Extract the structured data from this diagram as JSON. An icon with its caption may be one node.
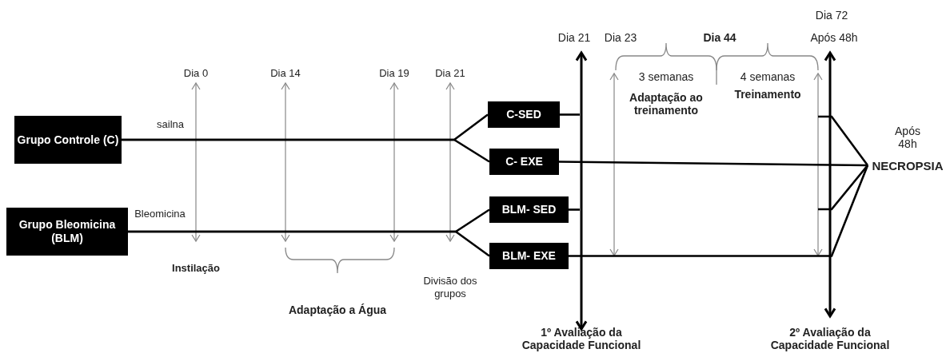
{
  "diagram": {
    "nodes": [
      {
        "text": [
          "Grupo Controle (C)"
        ],
        "beside": [
          "sailna"
        ]
      },
      {
        "text": [
          "Grupo Bleomicina (BLM)"
        ],
        "beside": [
          "Bleomicina"
        ]
      },
      {
        "text": [
          "C-SED"
        ]
      },
      {
        "text": [
          "C- EXE"
        ]
      },
      {
        "text": [
          "BLM- SED"
        ]
      },
      {
        "text": [
          "BLM- EXE"
        ]
      },
      {
        "text": [
          "NECROPSIA"
        ],
        "beside": [
          "Após 48h"
        ]
      }
    ],
    "edges": [
      {
        "from": 0,
        "to": 2,
        "arrow": "none"
      },
      {
        "from": 0,
        "to": 3,
        "arrow": "none"
      },
      {
        "from": 1,
        "to": 4,
        "arrow": "none"
      },
      {
        "from": 1,
        "to": 5,
        "arrow": "none"
      },
      {
        "from": 2,
        "to": null,
        "arrow": "none"
      },
      {
        "from": null,
        "to": 6,
        "arrow": "none"
      },
      {
        "from": 3,
        "to": 6,
        "arrow": "none"
      },
      {
        "from": 4,
        "to": null,
        "arrow": "none"
      },
      {
        "from": null,
        "to": 6,
        "arrow": "none"
      },
      {
        "from": 5,
        "to": 6,
        "arrow": "none"
      }
    ],
    "labels": [
      "Dia 72",
      "Dia 21",
      "Dia 23",
      "Dia 44",
      "Após 48h",
      "Dia 0",
      "Dia 14",
      "Dia 19",
      "Dia 21",
      "3 semanas",
      "Adaptação ao treinamento",
      "4 semanas",
      "Treinamento",
      "Instilação",
      "Divisão dos grupos",
      "Adaptação a Água",
      "1º Avaliação da Capacidade Funcional",
      "2º Avaliação da Capacidade Funcional"
    ]
  }
}
